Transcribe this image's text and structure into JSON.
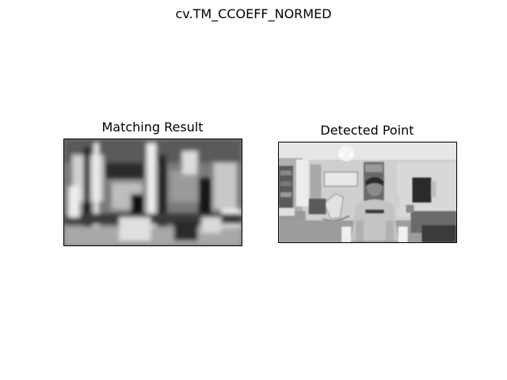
{
  "figure": {
    "suptitle": "cv.TM_CCOEFF_NORMED"
  },
  "panels": [
    {
      "title": "Matching Result",
      "image": "template-matching-correlation-map",
      "colormap": "gray"
    },
    {
      "title": "Detected Point",
      "image": "grayscale-room-photo-person-seated",
      "colormap": "gray"
    }
  ]
}
